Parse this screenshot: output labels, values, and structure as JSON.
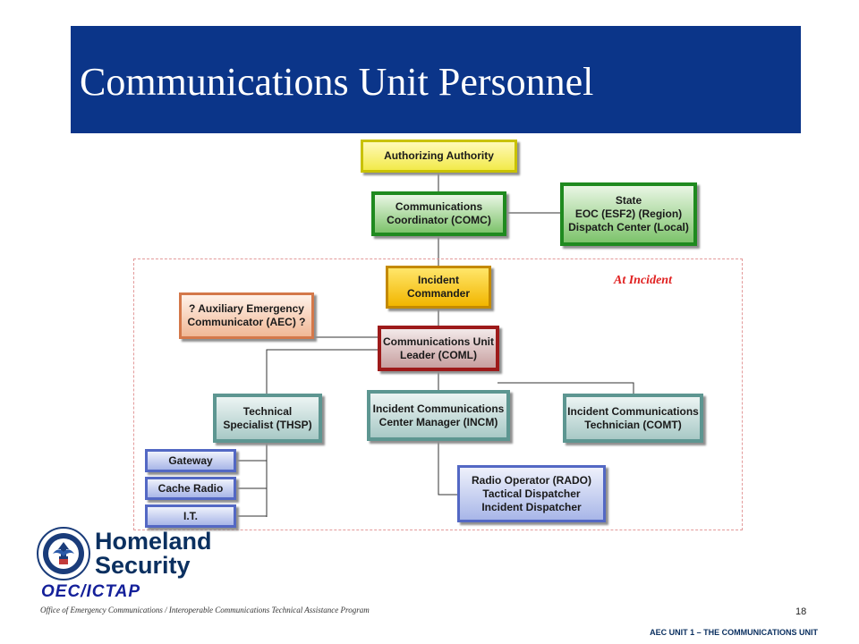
{
  "title": "Communications Unit Personnel",
  "incident_label": "At Incident",
  "boxes": {
    "authorizing": "Authorizing Authority",
    "comc": [
      "Communications",
      "Coordinator (COMC)"
    ],
    "state": [
      "State",
      "EOC (ESF2) (Region)",
      "Dispatch Center (Local)"
    ],
    "ic": [
      "Incident",
      "Commander"
    ],
    "aec": [
      "? Auxiliary Emergency",
      "Communicator (AEC) ?"
    ],
    "coml": [
      "Communications Unit",
      "Leader (COML)"
    ],
    "thsp": [
      "Technical",
      "Specialist (THSP)"
    ],
    "incm": [
      "Incident Communications",
      "Center Manager (INCM)"
    ],
    "comt": [
      "Incident Communications",
      "Technician (COMT)"
    ],
    "gateway": "Gateway",
    "cache": "Cache Radio",
    "it": "I.T.",
    "rado": [
      "Radio Operator (RADO)",
      "Tactical Dispatcher",
      "Incident Dispatcher"
    ]
  },
  "logo": {
    "line1": "Homeland",
    "line2": "Security"
  },
  "program_acronym": "OEC/ICTAP",
  "program_full": "Office of Emergency Communications / Interoperable Communications Technical Assistance Program",
  "page_number": "18",
  "footer": "AEC UNIT 1 – THE COMMUNICATIONS UNIT",
  "colors": {
    "title_bar": "#0b3589",
    "at_incident": "#e02020"
  }
}
